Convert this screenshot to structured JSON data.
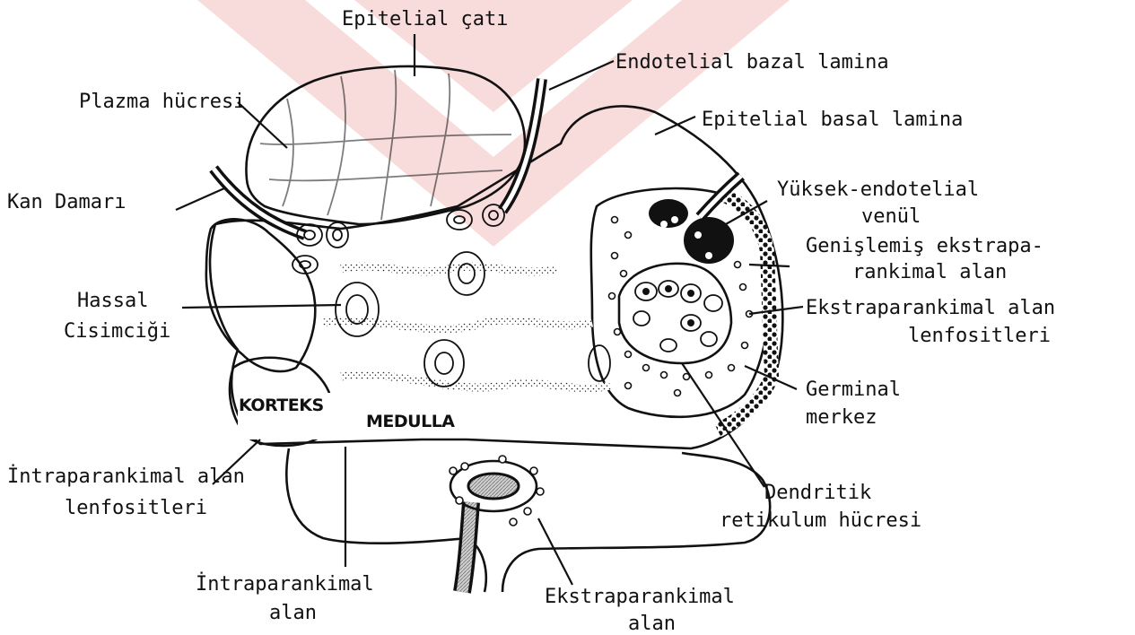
{
  "watermark_color": "#f7d5d5",
  "labels": {
    "epitelial_cati": "Epitelial çatı",
    "endotelial_bazal_lamina": "Endotelial bazal lamina",
    "plazma_hucresi": "Plazma hücresi",
    "epitelial_basal_lamina": "Epitelial basal lamina",
    "kan_damari": "Kan Damarı",
    "yuksek_endotelial_1": "Yüksek-endotelial",
    "yuksek_endotelial_2": "venül",
    "genislemis_1": "Genişlemiş ekstrapa-",
    "genislemis_2": "rankimal alan",
    "hassal_1": "Hassal",
    "hassal_2": "Cisimciği",
    "ekstra_lenf_1": "Ekstraparankimal alan",
    "ekstra_lenf_2": "lenfositleri",
    "korteks": "KORTEKS",
    "medulla": "MEDULLA",
    "germinal_1": "Germinal",
    "germinal_2": "merkez",
    "intra_lenf_1": "İntraparankimal alan",
    "intra_lenf_2": "lenfositleri",
    "dendritik_1": "Dendritik",
    "dendritik_2": "retikulum hücresi",
    "intra_alan_1": "İntraparankimal",
    "intra_alan_2": "alan",
    "ekstra_alan_1": "Ekstraparankimal",
    "ekstra_alan_2": "alan"
  }
}
